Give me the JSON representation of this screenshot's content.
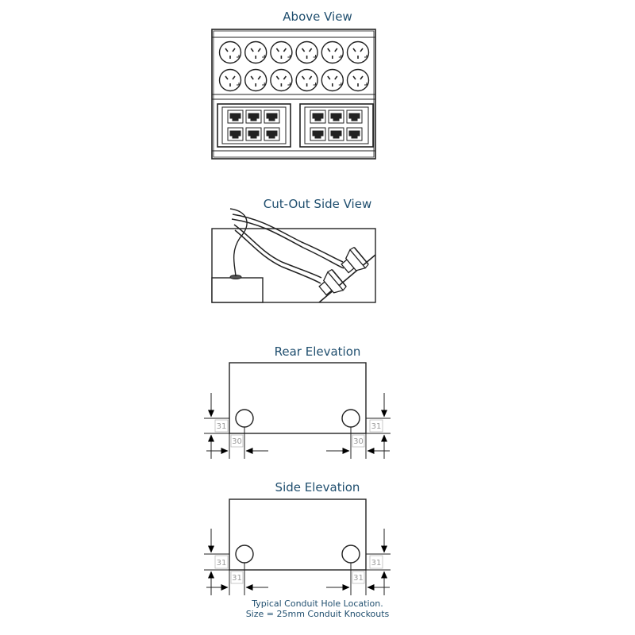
{
  "titles": {
    "above": "Above View",
    "cutout": "Cut-Out Side View",
    "rear": "Rear Elevation",
    "side": "Side Elevation"
  },
  "rear_dims": {
    "left_vertical": "31",
    "left_horizontal": "30",
    "right_horizontal": "30",
    "right_vertical": "31"
  },
  "side_dims": {
    "left_vertical": "31",
    "left_horizontal": "31",
    "right_horizontal": "31",
    "right_vertical": "31"
  },
  "note": {
    "line1": "Typical Conduit Hole Location.",
    "line2": "Size = 25mm Conduit Knockouts"
  },
  "above_view": {
    "power_outlets": {
      "rows": 2,
      "per_row": 6
    },
    "data_modules": {
      "count": 2,
      "rows": 2,
      "per_row": 3
    }
  }
}
